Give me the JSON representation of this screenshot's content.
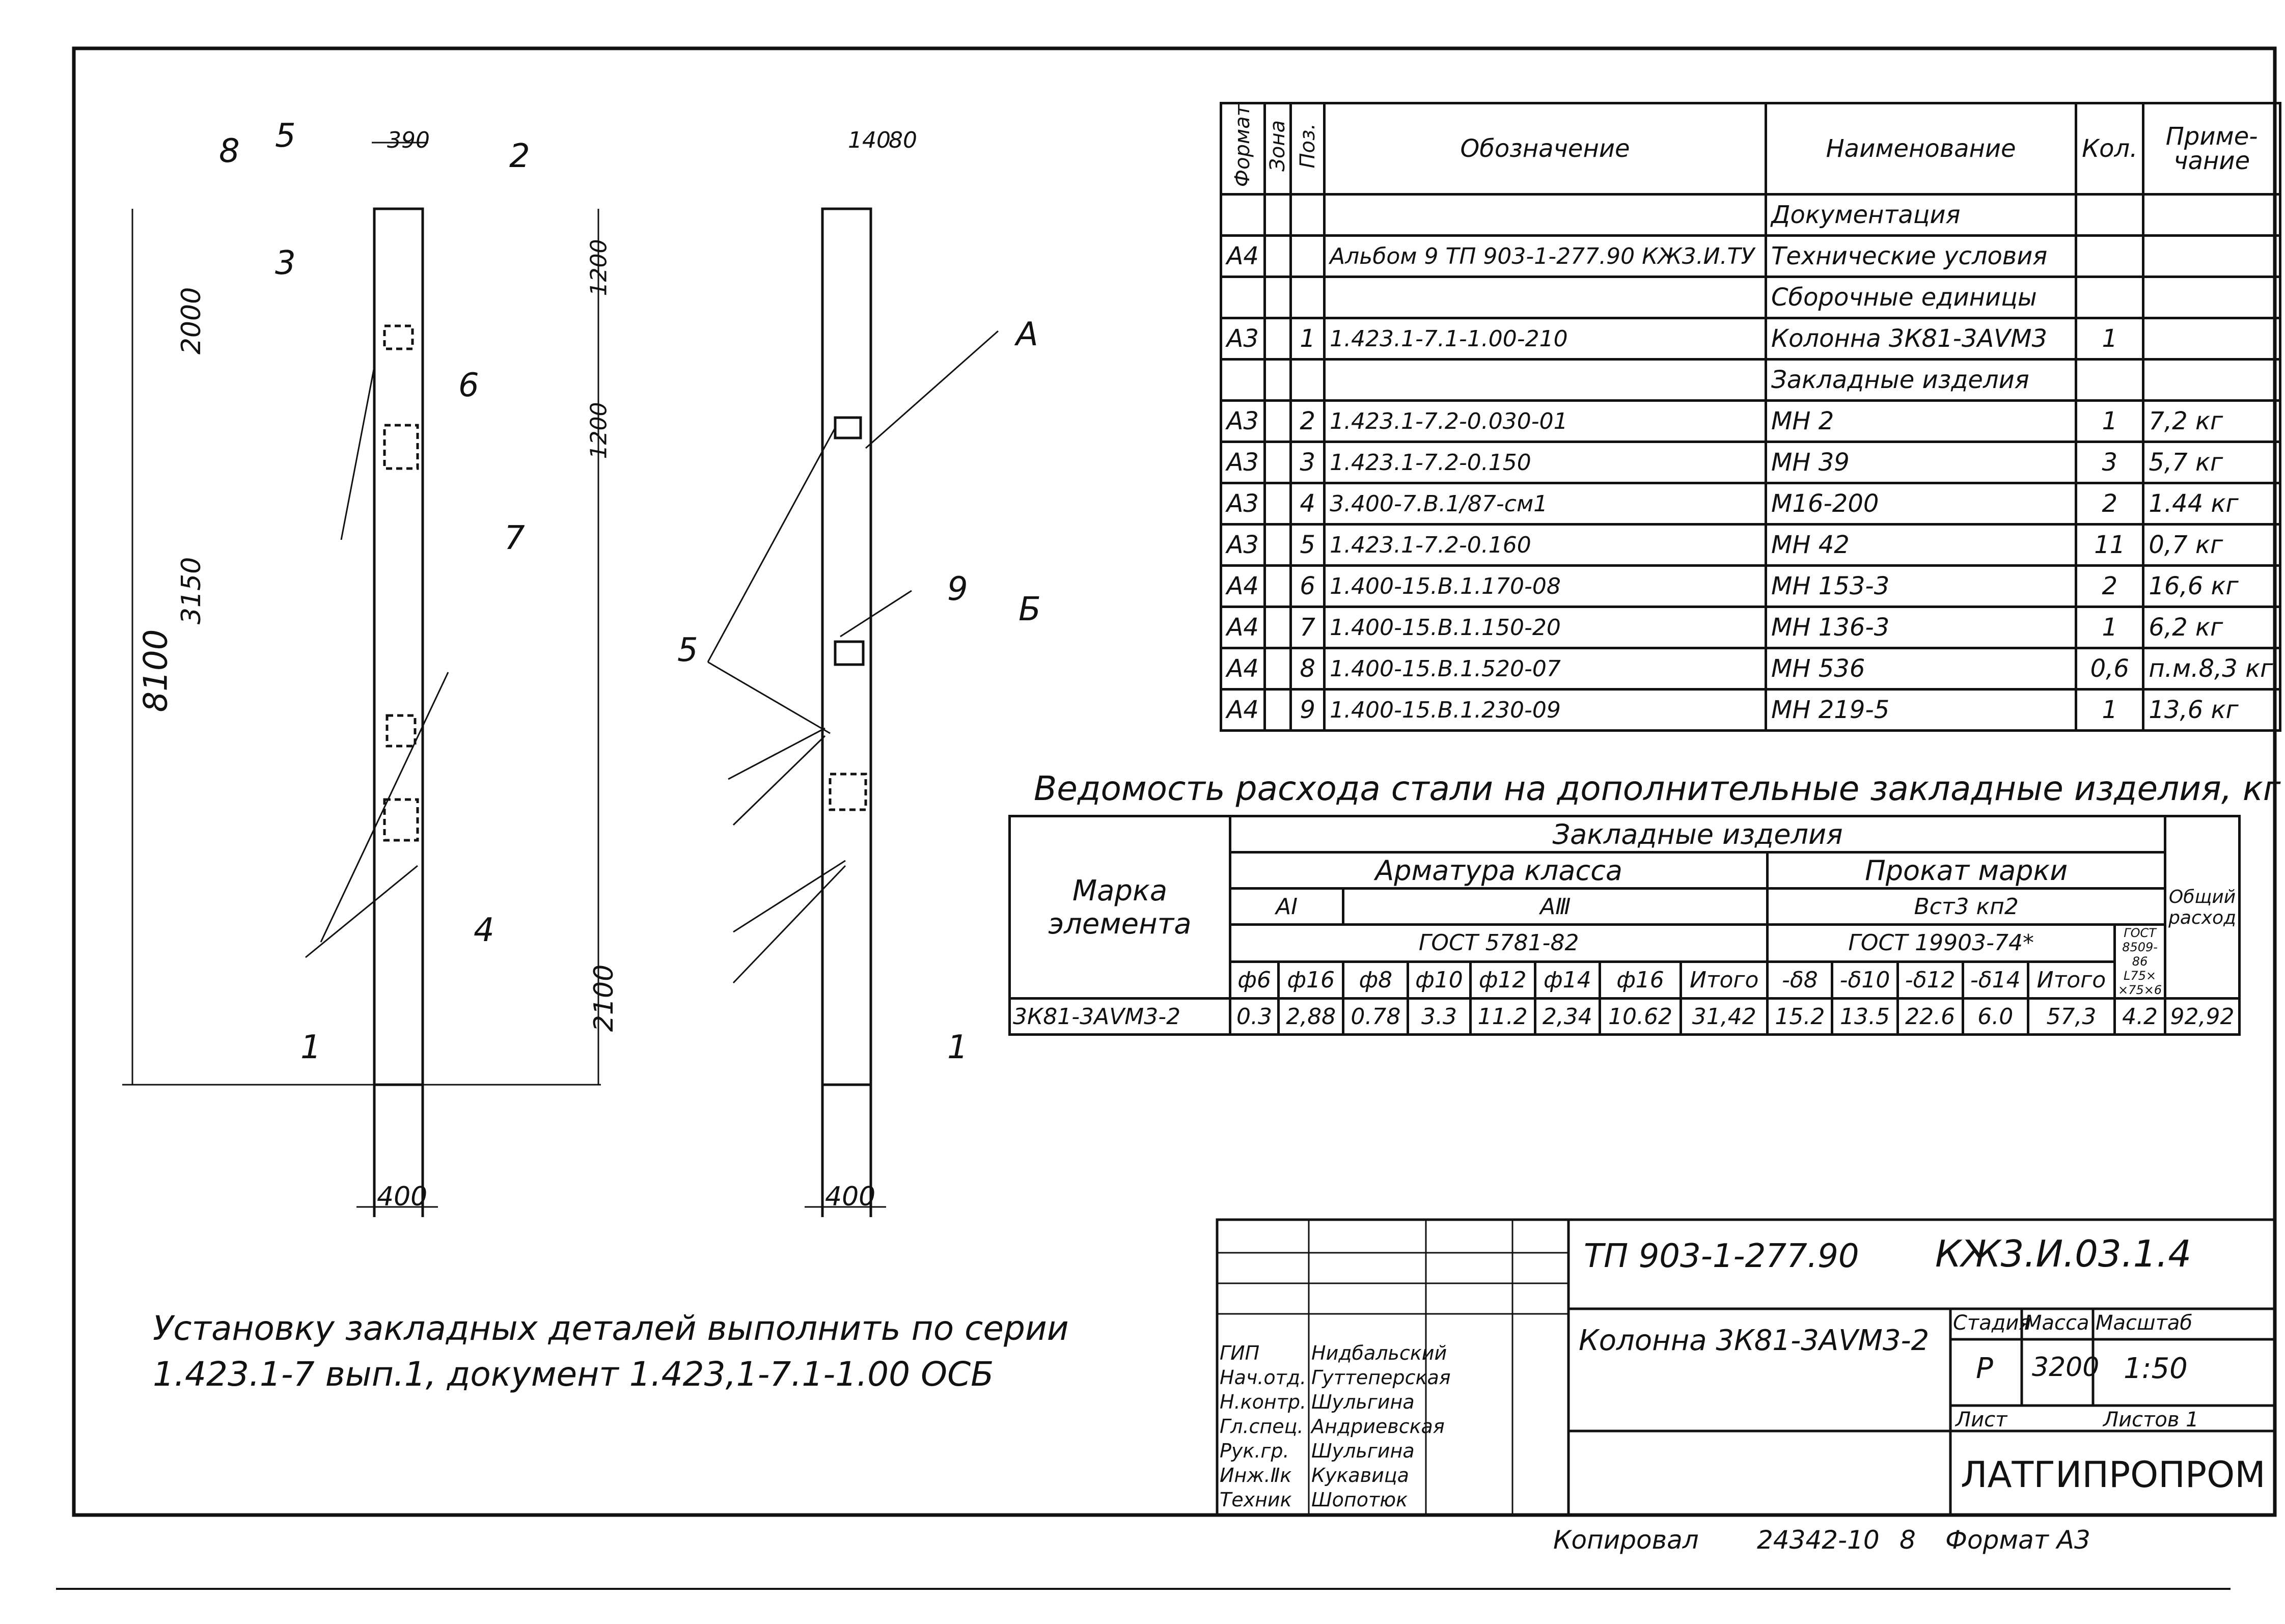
{
  "spec_table": {
    "headers": {
      "format": "Формат",
      "zone": "Зона",
      "pos": "Поз.",
      "designation": "Обозначение",
      "name": "Наименование",
      "qty": "Кол.",
      "note": "Приме-чание"
    },
    "rows": [
      {
        "format": "",
        "pos": "",
        "designation": "",
        "name": "Документация",
        "qty": "",
        "note": ""
      },
      {
        "format": "А4",
        "pos": "",
        "designation": "Альбом 9 ТП 903-1-277.90 КЖ3.И.ТУ",
        "name": "Технические условия",
        "qty": "",
        "note": ""
      },
      {
        "format": "",
        "pos": "",
        "designation": "",
        "name": "Сборочные единицы",
        "qty": "",
        "note": ""
      },
      {
        "format": "А3",
        "pos": "1",
        "designation": "1.423.1-7.1-1.00-210",
        "name": "Колонна 3К81-3АⅤМ3",
        "qty": "1",
        "note": ""
      },
      {
        "format": "",
        "pos": "",
        "designation": "",
        "name": "Закладные изделия",
        "qty": "",
        "note": ""
      },
      {
        "format": "А3",
        "pos": "2",
        "designation": "1.423.1-7.2-0.030-01",
        "name": "МН 2",
        "qty": "1",
        "note": "7,2 кг"
      },
      {
        "format": "А3",
        "pos": "3",
        "designation": "1.423.1-7.2-0.150",
        "name": "МН 39",
        "qty": "3",
        "note": "5,7 кг"
      },
      {
        "format": "А3",
        "pos": "4",
        "designation": "3.400-7.В.1/87-см1",
        "name": "М16-200",
        "qty": "2",
        "note": "1.44 кг"
      },
      {
        "format": "А3",
        "pos": "5",
        "designation": "1.423.1-7.2-0.160",
        "name": "МН 42",
        "qty": "11",
        "note": "0,7 кг"
      },
      {
        "format": "А4",
        "pos": "6",
        "designation": "1.400-15.В.1.170-08",
        "name": "МН 153-3",
        "qty": "2",
        "note": "16,6 кг"
      },
      {
        "format": "А4",
        "pos": "7",
        "designation": "1.400-15.В.1.150-20",
        "name": "МН 136-3",
        "qty": "1",
        "note": "6,2 кг"
      },
      {
        "format": "А4",
        "pos": "8",
        "designation": "1.400-15.В.1.520-07",
        "name": "МН 536",
        "qty": "0,6",
        "note": "п.м.8,3 кг"
      },
      {
        "format": "А4",
        "pos": "9",
        "designation": "1.400-15.В.1.230-09",
        "name": "МН 219-5",
        "qty": "1",
        "note": "13,6 кг"
      }
    ]
  },
  "steel_table": {
    "title": "Ведомость расхода стали на дополнительные закладные изделия, кг",
    "col_mark": "Марка элемента",
    "group_embedded": "Закладные изделия",
    "group_rebar": "Арматура класса",
    "group_rolled": "Прокат марки",
    "col_total": "Общий расход",
    "class_a1": "АⅠ",
    "class_a3": "АⅢ",
    "grade": "Вст3 кп2",
    "gost_rebar": "ГОСТ 5781-82",
    "gost_rolled": "ГОСТ 19903-74*",
    "gost_angle": "ГОСТ 8509-86 L75× ×75×6",
    "sub_cols": [
      "ф6",
      "ф16",
      "ф8",
      "ф10",
      "ф12",
      "ф14",
      "ф16",
      "Итого",
      "-δ8",
      "-δ10",
      "-δ12",
      "-δ14",
      "Итого"
    ],
    "row": {
      "mark": "3К81-3АⅤМ3-2",
      "values": [
        "0.3",
        "2,88",
        "0.78",
        "3.3",
        "11.2",
        "2,34",
        "10.62",
        "31,42",
        "15.2",
        "13.5",
        "22.6",
        "6.0",
        "57,3",
        "4.2",
        "92,92"
      ]
    }
  },
  "note_text": {
    "line1": "Установку закладных деталей выполнить по серии",
    "line2": "1.423.1-7 вып.1, документ 1.423,1-7.1-1.00 ОСБ"
  },
  "title_block": {
    "project": "ТП 903-1-277.90",
    "code": "КЖ3.И.03.1.4",
    "item": "Колонна 3К81-3АⅤМ3-2",
    "stage_label": "Стадия",
    "mass_label": "Масса",
    "scale_label": "Масштаб",
    "stage": "Р",
    "mass": "3200",
    "scale": "1:50",
    "sheet_label": "Лист",
    "sheets_label": "Листов 1",
    "org": "ЛАТГИПРОПРОМ",
    "roles": [
      "ГИП",
      "Нач.отд.",
      "Н.контр.",
      "Гл.спец.",
      "Рук.гр.",
      "Инж.Ⅱк",
      "Техник"
    ],
    "names": [
      "Нидбальский",
      "Гуттеперская",
      "Шульгина",
      "Андриевская",
      "Шульгина",
      "Кукавица",
      "Шопотюк"
    ]
  },
  "footer": {
    "copied": "Копировал",
    "number": "24342-10",
    "sheet_num": "8",
    "format": "Формат А3"
  },
  "drawing_labels": {
    "total_height": "8100",
    "seg_2000": "2000",
    "seg_3150": "3150",
    "seg_2100": "2100",
    "width_400": "400",
    "w390": "390",
    "w5": "5",
    "w140": "140",
    "w80": "80",
    "d1200": "1200",
    "pos_labels": [
      "1",
      "2",
      "3",
      "4",
      "5",
      "6",
      "7",
      "8",
      "9",
      "А",
      "Б"
    ]
  }
}
